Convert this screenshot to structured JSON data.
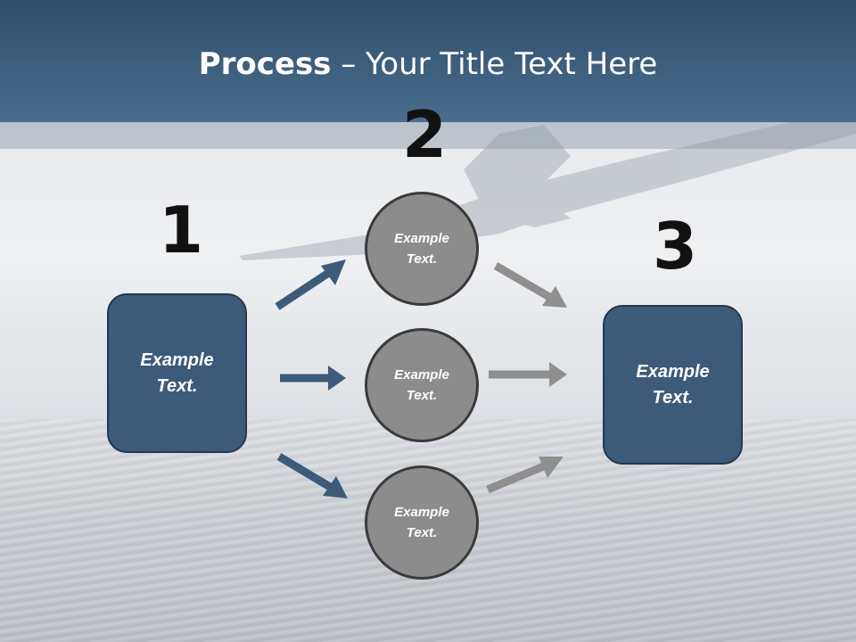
{
  "title": {
    "bold": "Process",
    "rest": " – Your Title Text Here"
  },
  "steps": {
    "n1": "1",
    "n2": "2",
    "n3": "3"
  },
  "left_box": {
    "line1": "Example",
    "line2": "Text."
  },
  "right_box": {
    "line1": "Example",
    "line2": "Text."
  },
  "circles": [
    {
      "line1": "Example",
      "line2": "Text."
    },
    {
      "line1": "Example",
      "line2": "Text."
    },
    {
      "line1": "Example",
      "line2": "Text."
    }
  ],
  "colors": {
    "header": "#3f5f80",
    "box": "#3d5a78",
    "circle": "#8c8c8c",
    "arrow_blue": "#3d5a78",
    "arrow_gray": "#8f8f8f"
  }
}
